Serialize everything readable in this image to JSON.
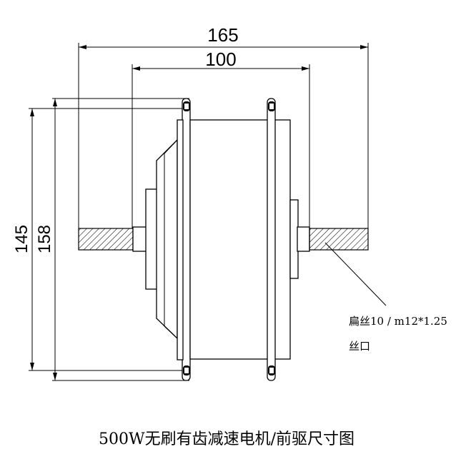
{
  "dimensions": {
    "overall_width": "165",
    "inner_width": "100",
    "height_a": "145",
    "height_b": "158"
  },
  "callout": {
    "line1": "扁丝10 / m12*1.25",
    "line2": "丝口"
  },
  "caption": "500W无刷有齿减速电机/前驱尺寸图"
}
